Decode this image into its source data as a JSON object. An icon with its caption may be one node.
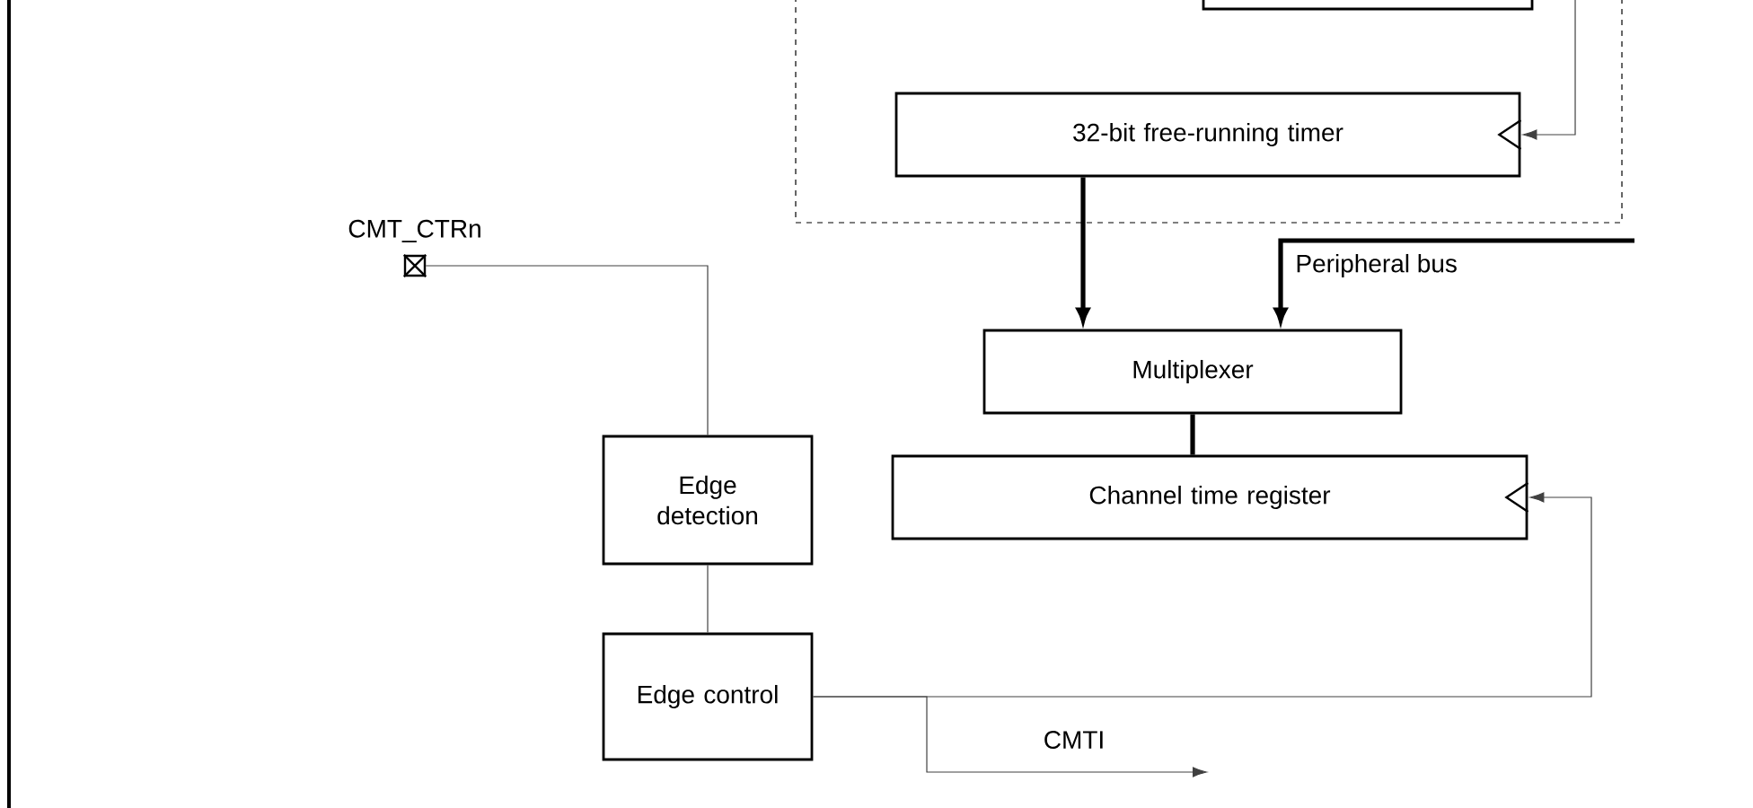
{
  "diagram": {
    "nodes": [
      {
        "text": [],
        "shape": "box"
      },
      {
        "text": [],
        "shape": "box",
        "in": 0
      },
      {
        "text": [
          "32-bit free-running timer"
        ],
        "in": 0
      },
      {
        "text": [
          "Multiplexer"
        ]
      },
      {
        "text": [
          "Channel time register"
        ]
      },
      {
        "text": [],
        "shape": "box",
        "beside": [
          "CMT_CTRn"
        ]
      },
      {
        "text": [
          "Edge detection"
        ]
      },
      {
        "text": [
          "Edge control"
        ]
      }
    ],
    "edges": [
      {
        "from": null,
        "to": 2,
        "arrow": "to"
      },
      {
        "from": 2,
        "to": 3,
        "arrow": "to",
        "style": "thick"
      },
      {
        "from": null,
        "to": 3,
        "arrow": "to",
        "style": "thick",
        "label": "Peripheral bus"
      },
      {
        "from": 3,
        "to": 4,
        "arrow": "none",
        "style": "thick"
      },
      {
        "from": 5,
        "to": 6,
        "arrow": "none"
      },
      {
        "from": 6,
        "to": 7,
        "arrow": "none"
      },
      {
        "from": 7,
        "to": 4,
        "arrow": "to"
      },
      {
        "from": 7,
        "to": null,
        "arrow": "to",
        "label": "CMTI"
      }
    ]
  }
}
